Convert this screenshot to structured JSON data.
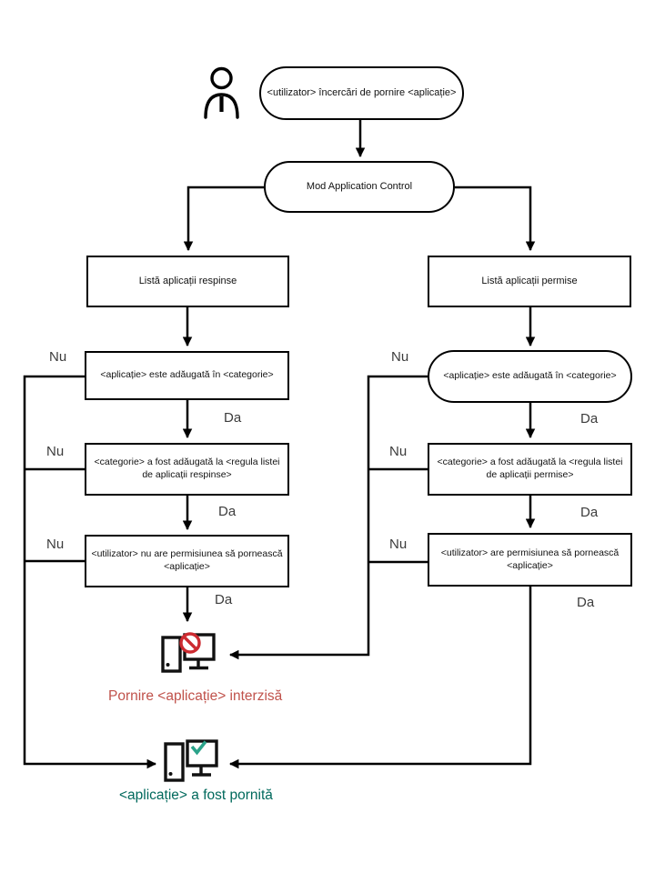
{
  "diagram": {
    "start": "<utilizator> încercări de pornire <aplicație>",
    "mode": "Mod Application Control",
    "left": {
      "list": "Listă aplicații respinse",
      "step1": "<aplicație> este adăugată în <categorie>",
      "step2": "<categorie> a fost adăugată la <regula listei de aplicații respinse>",
      "step3": "<utilizator> nu are permisiunea să pornească <aplicație>"
    },
    "right": {
      "list": "Listă aplicații permise",
      "step1": "<aplicație> este adăugată în <categorie>",
      "step2": "<categorie> a fost adăugată la <regula listei de aplicații permise>",
      "step3": "<utilizator> are permisiunea să pornească <aplicație>"
    },
    "labels": {
      "yes": "Da",
      "no": "Nu"
    },
    "outcomes": {
      "blocked": "Pornire <aplicație> interzisă",
      "started": "<aplicație> a fost pornită"
    },
    "colors": {
      "line": "#000000",
      "blocked_text": "#C0524B",
      "started_text": "#00695C",
      "prohibition_sign": "#CC2B31",
      "check_mark": "#2BA38A"
    }
  }
}
